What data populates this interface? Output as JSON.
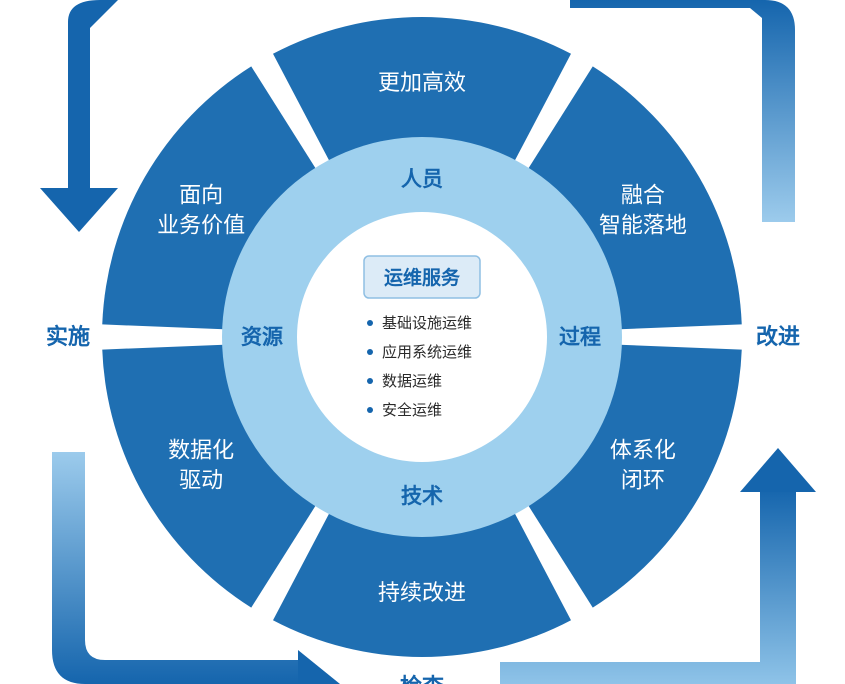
{
  "segments": [
    {
      "lines": [
        "更加高效"
      ]
    },
    {
      "lines": [
        "融合",
        "智能落地"
      ]
    },
    {
      "lines": [
        "体系化",
        "闭环"
      ]
    },
    {
      "lines": [
        "持续改进"
      ]
    },
    {
      "lines": [
        "数据化",
        "驱动"
      ]
    },
    {
      "lines": [
        "面向",
        "业务价值"
      ]
    }
  ],
  "ring": {
    "top": "人员",
    "right": "过程",
    "bottom": "技术",
    "left": "资源"
  },
  "center": {
    "title": "运维服务",
    "items": [
      "基础设施运维",
      "应用系统运维",
      "数据运维",
      "安全运维"
    ]
  },
  "cycle": {
    "left": "实施",
    "right": "改进",
    "bottom": "检查"
  },
  "colors": {
    "segment": "#1f6fb2",
    "ring": "#9ed0ee",
    "core": "#ffffff",
    "title_box": "#dcebf7",
    "text_blue": "#1565ad",
    "arrow_dark": "#1565ad",
    "arrow_light": "#8ec3e8"
  }
}
